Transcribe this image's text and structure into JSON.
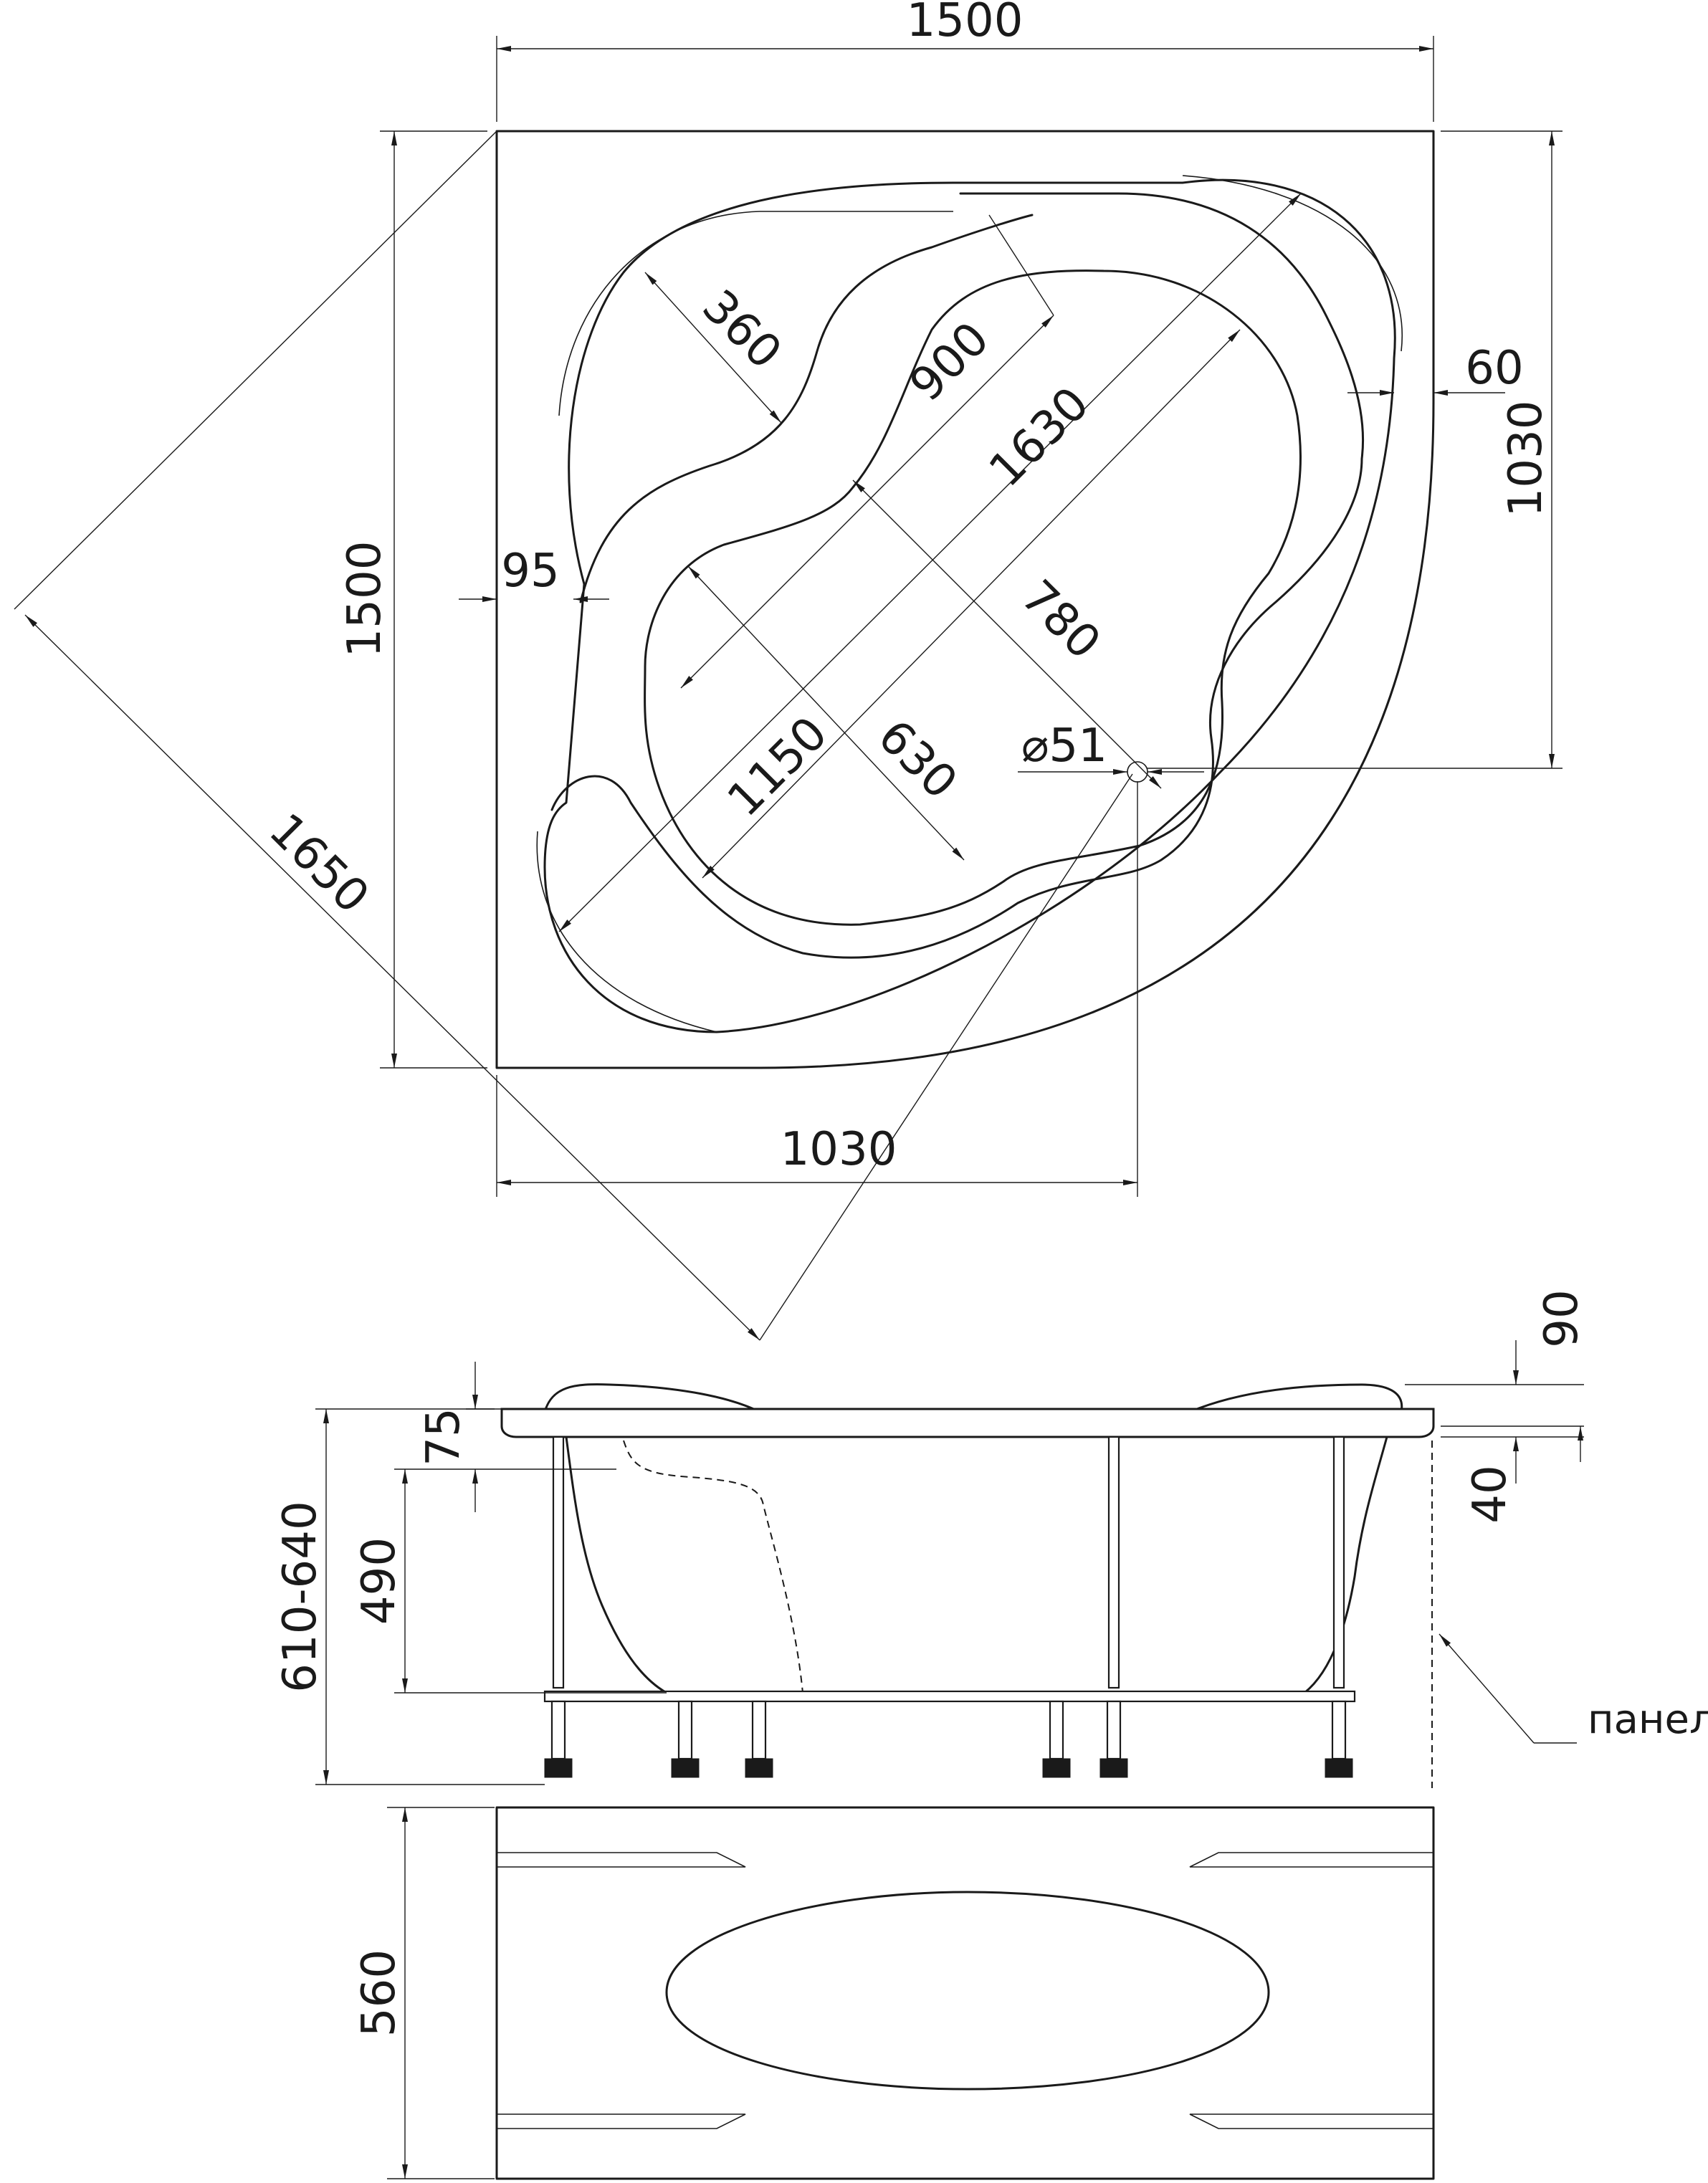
{
  "top_view": {
    "width_top": "1500",
    "height_left": "1500",
    "diagonal_outer": "1650",
    "width_bottom": "1030",
    "height_right": "1030",
    "seat_width": "360",
    "inner_diag": "900",
    "max_diag": "1630",
    "inner_length": "1150",
    "basin_diag": "780",
    "basin_depth_diag": "630",
    "drain": "⌀51",
    "rim_right": "60",
    "rim_left": "95"
  },
  "side_view": {
    "total_height": "610-640",
    "bowl_depth": "490",
    "rim_thickness": "75",
    "headrest": "90",
    "panel_gap": "40",
    "panel_label": "панель"
  },
  "panel_view": {
    "height": "560"
  }
}
